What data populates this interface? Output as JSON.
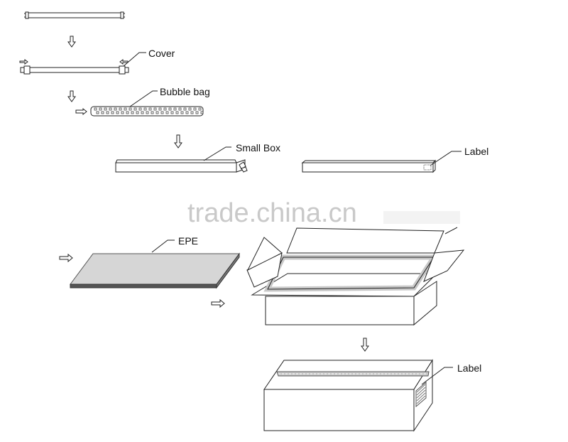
{
  "labels": {
    "cover": "Cover",
    "bubble_bag": "Bubble bag",
    "small_box": "Small Box",
    "label_small_box": "Label",
    "epe": "EPE",
    "label_carton": "Label"
  },
  "watermark": "trade.china.cn",
  "colors": {
    "line": "#222222",
    "epe_fill": "#d6d6d6",
    "epe_edge": "#555555",
    "carton_band": "#c8c8c8",
    "watermark": "#c9c9c9"
  },
  "icons": {
    "down_arrow": "hollow-down-arrow",
    "right_arrow": "hollow-right-arrow"
  }
}
